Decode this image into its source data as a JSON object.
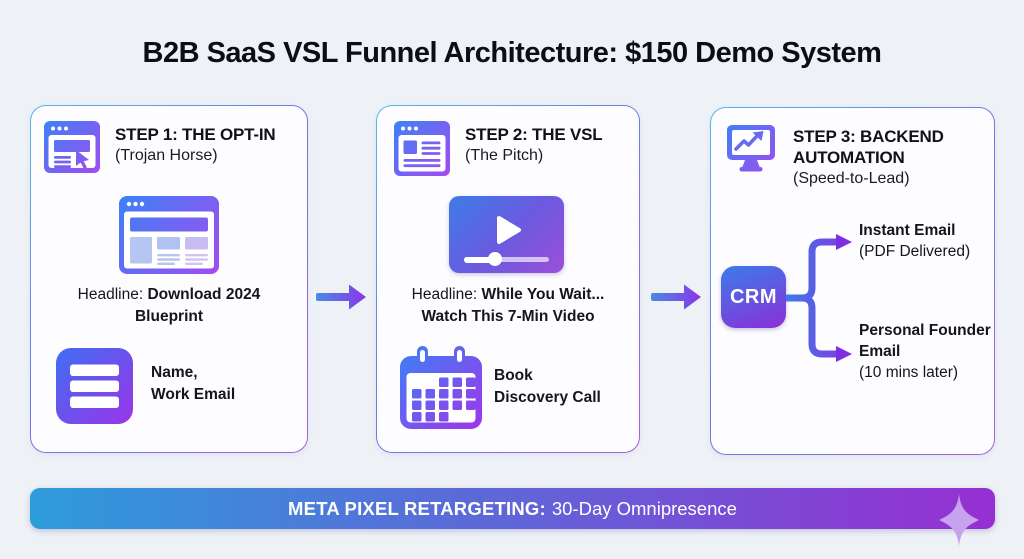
{
  "title": "B2B SaaS VSL Funnel Architecture: $150 Demo System",
  "steps": [
    {
      "title": "STEP 1: THE OPT-IN",
      "subtitle": "(Trojan Horse)",
      "icon": "browser-cursor-icon",
      "illustration": "landing-page-illustration",
      "headline": {
        "prefix": "Headline: ",
        "bold_line1": "Download 2024",
        "bold_line2": "Blueprint"
      },
      "form_icon": "form-fields-icon",
      "form_label": {
        "line1": "Name,",
        "line2": "Work Email"
      }
    },
    {
      "title": "STEP 2: THE VSL",
      "subtitle": "(The Pitch)",
      "icon": "browser-article-icon",
      "illustration": "video-player-illustration",
      "headline": {
        "prefix": "Headline: ",
        "bold_line1": "While You Wait...",
        "bold_line2": "Watch This 7-Min Video"
      },
      "calendar_icon": "calendar-icon",
      "calendar_label": {
        "line1": "Book",
        "line2": "Discovery Call"
      }
    },
    {
      "title": "STEP 3: BACKEND AUTOMATION",
      "subtitle": "(Speed-to-Lead)",
      "icon": "monitor-chart-icon",
      "crm_label": "CRM",
      "outputs": [
        {
          "bold": "Instant Email",
          "detail": "(PDF Delivered)"
        },
        {
          "bold": "Personal Founder Email",
          "detail": "(10 mins later)"
        }
      ]
    }
  ],
  "banner": {
    "bold": "META PIXEL RETARGETING:",
    "normal": "30-Day Omnipresence"
  },
  "colors": {
    "background": "#eef1f6",
    "card_background": "#fdfdff",
    "gradient_blue": "#3b7ce8",
    "gradient_purple": "#a34bf0",
    "banner_gradient_left": "#2d9cdb",
    "banner_gradient_right": "#962fd2",
    "arrowhead_purple": "#7c2fe0",
    "sparkle": "#c7a2ee",
    "text_dark": "#12141a",
    "banner_text": "#ffffff"
  }
}
